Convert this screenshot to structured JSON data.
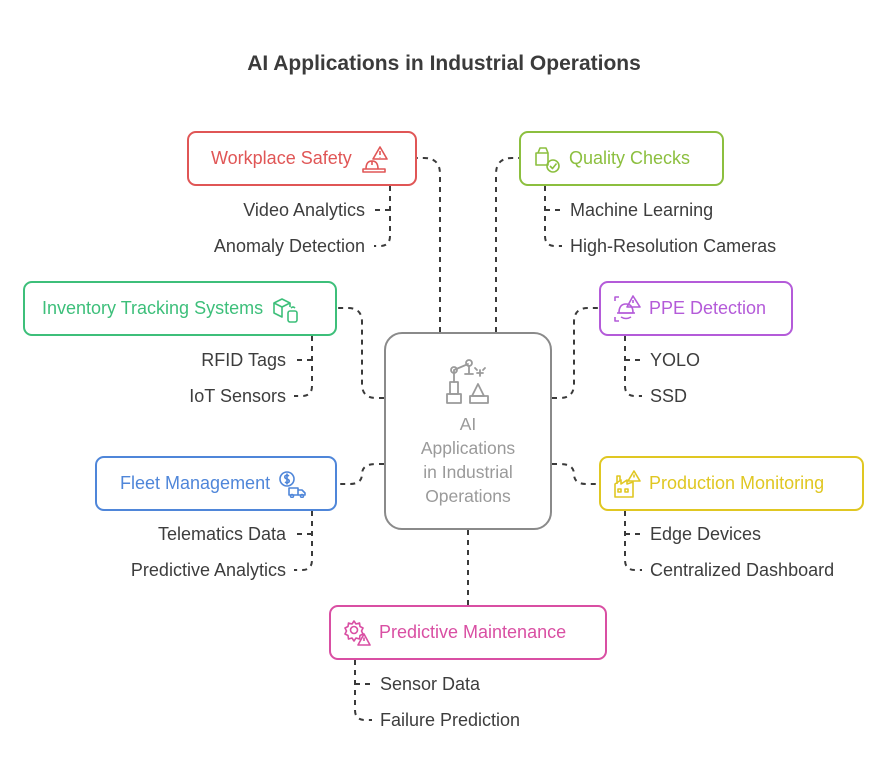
{
  "title": "AI Applications in Industrial Operations",
  "center": {
    "line1": "AI",
    "line2": "Applications",
    "line3": "in Industrial",
    "line4": "Operations",
    "icon": "robot-arm-icon"
  },
  "colors": {
    "workplace_safety": "#e05656",
    "quality_checks": "#8cbf3f",
    "inventory": "#3dbf7a",
    "ppe": "#b45bd9",
    "fleet": "#4f86d9",
    "production": "#e0c722",
    "maintenance": "#d94fa3",
    "connector": "#3a3a3a",
    "center_border": "#8a8a8a"
  },
  "branches": {
    "workplace_safety": {
      "label": "Workplace Safety",
      "icon": "worker-warning-icon",
      "items": [
        "Video Analytics",
        "Anomaly Detection"
      ]
    },
    "quality_checks": {
      "label": "Quality Checks",
      "icon": "box-check-icon",
      "items": [
        "Machine Learning",
        "High-Resolution Cameras"
      ]
    },
    "inventory": {
      "label": "Inventory Tracking Systems",
      "icon": "boxes-device-icon",
      "items": [
        "RFID Tags",
        "IoT Sensors"
      ]
    },
    "ppe": {
      "label": "PPE Detection",
      "icon": "helmet-warning-icon",
      "items": [
        "YOLO",
        "SSD"
      ]
    },
    "fleet": {
      "label": "Fleet Management",
      "icon": "dollar-truck-icon",
      "items": [
        "Telematics Data",
        "Predictive Analytics"
      ]
    },
    "production": {
      "label": "Production Monitoring",
      "icon": "factory-warning-icon",
      "items": [
        "Edge Devices",
        "Centralized Dashboard"
      ]
    },
    "maintenance": {
      "label": "Predictive Maintenance",
      "icon": "gear-warning-icon",
      "items": [
        "Sensor Data",
        "Failure Prediction"
      ]
    }
  }
}
